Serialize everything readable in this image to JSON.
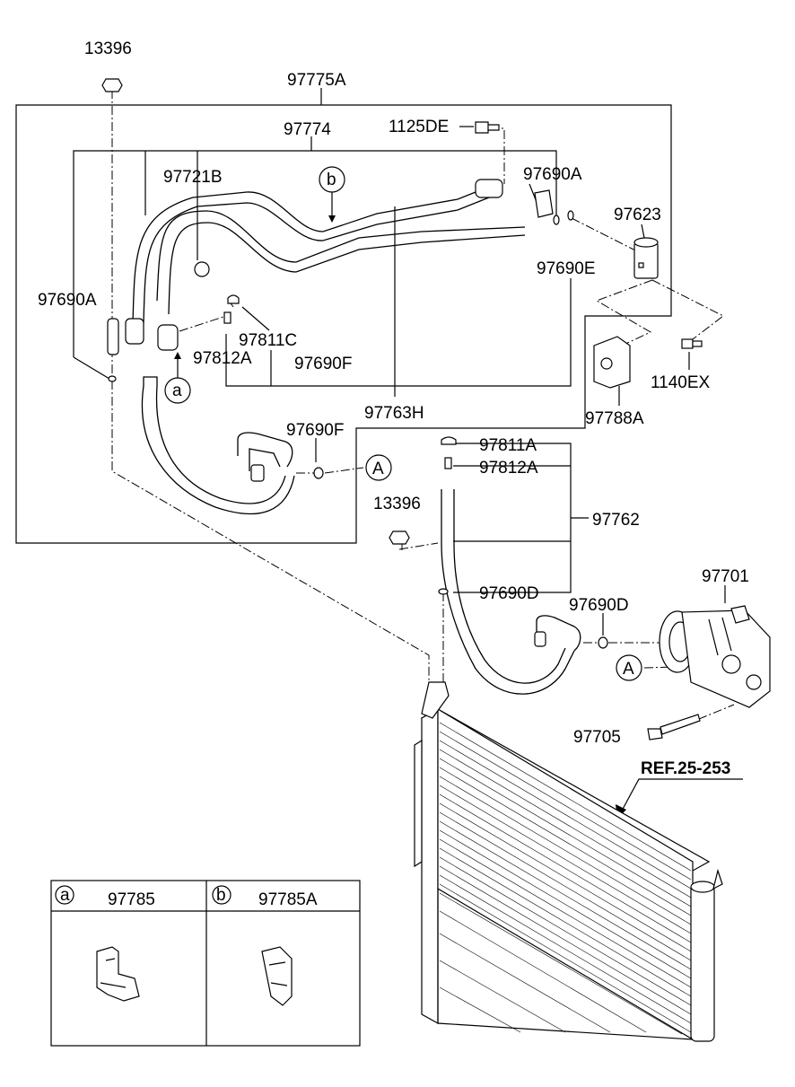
{
  "labels": {
    "nut_top": "13396",
    "hose_assy": "97775A",
    "pipe_assy": "97774",
    "bolt_1125": "1125DE",
    "clip_b": "97721B",
    "oring_690a_top": "97690A",
    "valve_623": "97623",
    "oring_690e": "97690E",
    "oring_690a_left": "97690A",
    "cap_811c": "97811C",
    "core_812a": "97812A",
    "oring_690f_a": "97690F",
    "bolt_1140": "1140EX",
    "pipe_763h": "97763H",
    "cover_788a": "97788A",
    "oring_690f_b": "97690F",
    "cap_811a": "97811A",
    "core_812a_b": "97812A",
    "hose_762": "97762",
    "nut_mid": "13396",
    "oring_690d_a": "97690D",
    "oring_690d_b": "97690D",
    "compressor": "97701",
    "bolt_705": "97705",
    "ref": "REF.25-253",
    "callout_a": "a",
    "callout_b": "b",
    "callout_A": "A"
  },
  "legend": {
    "a_key": "a",
    "a_part": "97785",
    "b_key": "b",
    "b_part": "97785A"
  }
}
